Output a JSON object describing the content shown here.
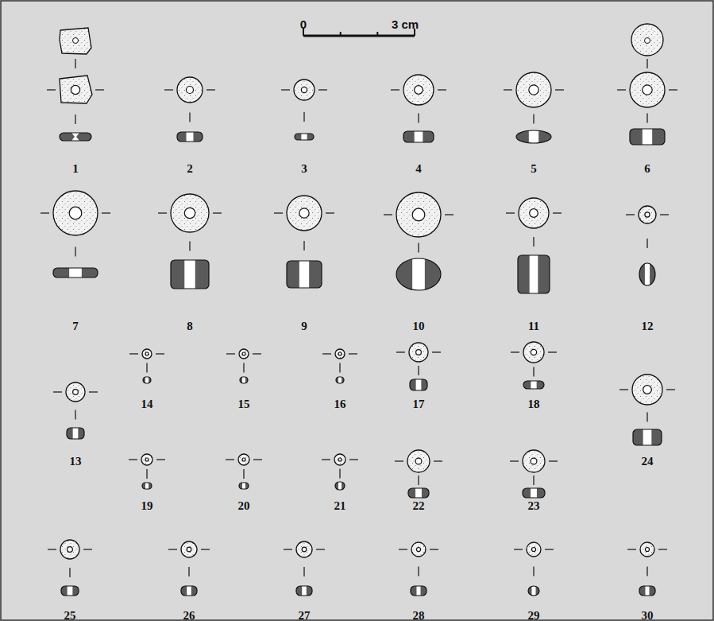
{
  "diagram": {
    "labels": [
      "0",
      "3 cm",
      "1",
      "2",
      "3",
      "4",
      "5",
      "6",
      "7",
      "8",
      "9",
      "10",
      "11",
      "12",
      "13",
      "14",
      "15",
      "16",
      "17",
      "18",
      "19",
      "20",
      "21",
      "22",
      "23",
      "24",
      "25",
      "26",
      "27",
      "28",
      "29",
      "30"
    ]
  }
}
